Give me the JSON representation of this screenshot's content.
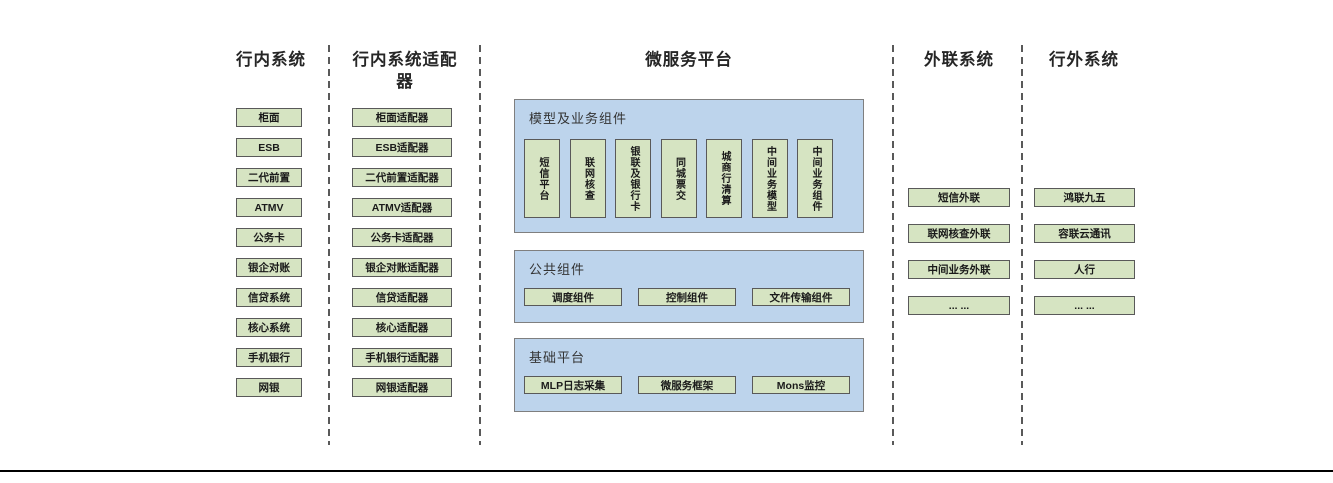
{
  "columns": [
    {
      "title": "行内系统",
      "items": [
        "柜面",
        "ESB",
        "二代前置",
        "ATMV",
        "公务卡",
        "银企对账",
        "信贷系统",
        "核心系统",
        "手机银行",
        "网银"
      ]
    },
    {
      "title": "行内系统适配器",
      "items": [
        "柜面适配器",
        "ESB适配器",
        "二代前置适配器",
        "ATMV适配器",
        "公务卡适配器",
        "银企对账适配器",
        "信贷适配器",
        "核心适配器",
        "手机银行适配器",
        "网银适配器"
      ]
    },
    {
      "title": "微服务平台",
      "panels": [
        {
          "title": "模型及业务组件",
          "orientation": "vertical",
          "items": [
            "短信平台",
            "联网核查",
            "银联及银行卡",
            "同城票交",
            "城商行清算",
            "中间业务模型",
            "中间业务组件"
          ]
        },
        {
          "title": "公共组件",
          "orientation": "horizontal",
          "items": [
            "调度组件",
            "控制组件",
            "文件传输组件"
          ]
        },
        {
          "title": "基础平台",
          "orientation": "horizontal",
          "items": [
            "MLP日志采集",
            "微服务框架",
            "Mons监控"
          ]
        }
      ]
    },
    {
      "title": "外联系统",
      "items": [
        "短信外联",
        "联网核查外联",
        "中间业务外联",
        "... ..."
      ]
    },
    {
      "title": "行外系统",
      "items": [
        "鸿联九五",
        "容联云通讯",
        "人行",
        "... ..."
      ]
    }
  ],
  "colors": {
    "box_fill_green": "#d6e4c2",
    "panel_fill_blue": "#bdd4ec",
    "box_border": "#595959",
    "panel_border": "#7f7f7f",
    "divider_gray": "#595959",
    "baseline_black": "#000000"
  }
}
